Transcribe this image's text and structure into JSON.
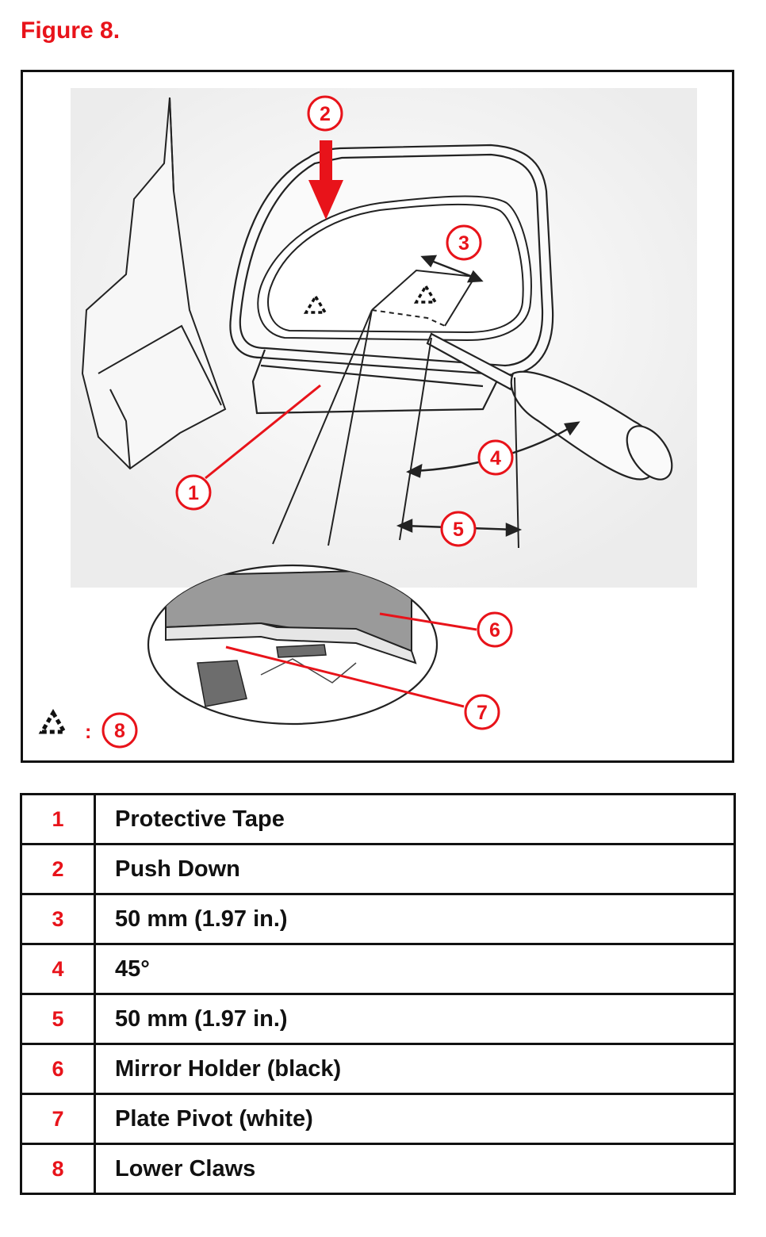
{
  "figure": {
    "title": "Figure 8."
  },
  "callouts": [
    "1",
    "2",
    "3",
    "4",
    "5",
    "6",
    "7",
    "8"
  ],
  "legend_symbol": {
    "icon": "dashed-triangle-icon",
    "separator": ":"
  },
  "legend": [
    {
      "number": "1",
      "description": "Protective Tape"
    },
    {
      "number": "2",
      "description": "Push Down"
    },
    {
      "number": "3",
      "description": "50 mm (1.97 in.)"
    },
    {
      "number": "4",
      "description": "45°"
    },
    {
      "number": "5",
      "description": "50 mm (1.97 in.)"
    },
    {
      "number": "6",
      "description": "Mirror Holder (black)"
    },
    {
      "number": "7",
      "description": "Plate Pivot (white)"
    },
    {
      "number": "8",
      "description": "Lower Claws"
    }
  ],
  "colors": {
    "accent_red": "#e8131a",
    "line_black": "#111111",
    "holder_gray": "#9a9a9a"
  }
}
